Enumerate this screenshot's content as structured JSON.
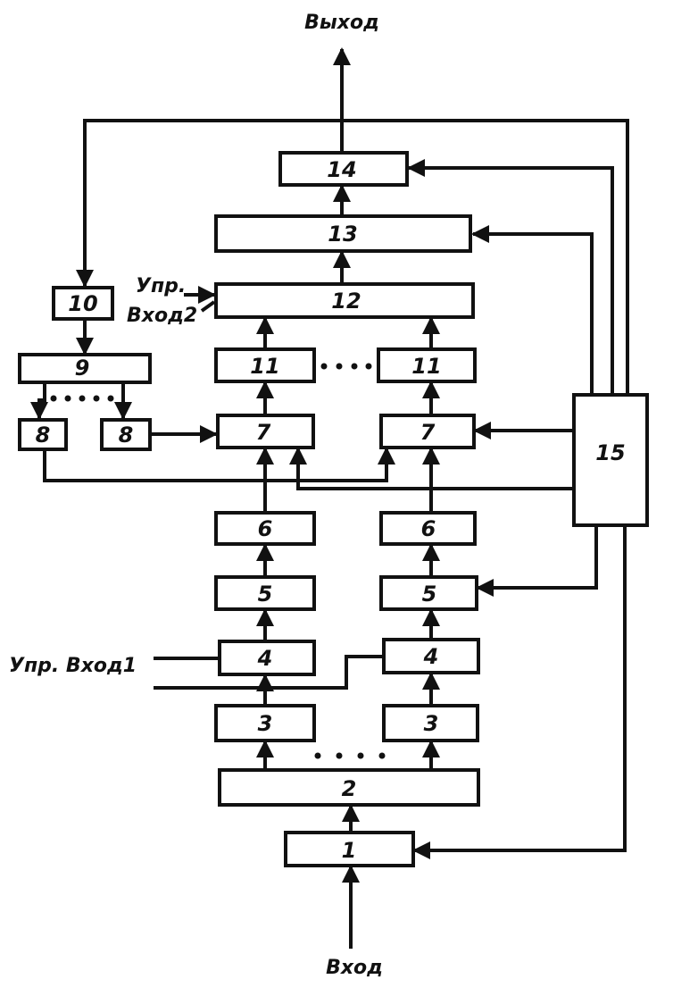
{
  "diagram": {
    "output_label": "Выход",
    "input_label": "Вход",
    "ctrl_input_1": "Упр. Вход1",
    "ctrl_input_2_line1": "Упр.",
    "ctrl_input_2_line2": "Вход2",
    "blocks": {
      "b1": "1",
      "b2": "2",
      "b3_left": "3",
      "b3_right": "3",
      "b4_left": "4",
      "b4_right": "4",
      "b5_left": "5",
      "b5_right": "5",
      "b6_left": "6",
      "b6_right": "6",
      "b7_left": "7",
      "b7_right": "7",
      "b8_left": "8",
      "b8_right": "8",
      "b9": "9",
      "b10": "10",
      "b11_left": "11",
      "b11_right": "11",
      "b12": "12",
      "b13": "13",
      "b14": "14",
      "b15": "15"
    }
  }
}
